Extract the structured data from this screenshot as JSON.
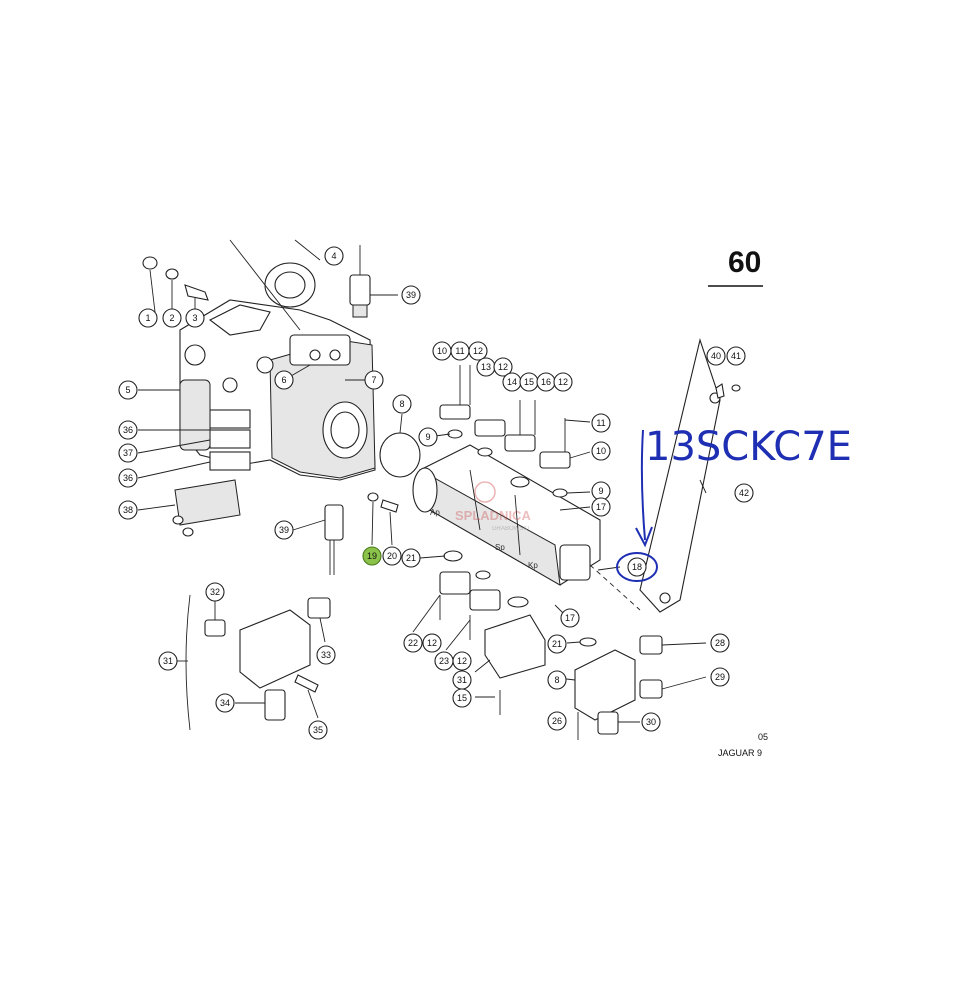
{
  "page_number": "60",
  "footer": {
    "code": "05",
    "model": "JAGUAR 9"
  },
  "handwritten_note": "13SCKC7E",
  "highlighted_part": "19",
  "watermark": {
    "text": "SPLADNICA",
    "sub": "GRABOWSKI"
  },
  "pump_labels": [
    "Ap",
    "Sp",
    "Kp"
  ],
  "colors": {
    "highlight": "#8bc34a",
    "ink": "#1f2fb3",
    "line": "#222222"
  },
  "callouts": [
    "1",
    "2",
    "3",
    "4",
    "5",
    "6",
    "7",
    "8",
    "9",
    "10",
    "11",
    "12",
    "13",
    "14",
    "15",
    "16",
    "17",
    "18",
    "19",
    "20",
    "21",
    "22",
    "23",
    "26",
    "28",
    "29",
    "30",
    "31",
    "32",
    "33",
    "34",
    "35",
    "36",
    "37",
    "38",
    "39",
    "40",
    "41",
    "42"
  ]
}
